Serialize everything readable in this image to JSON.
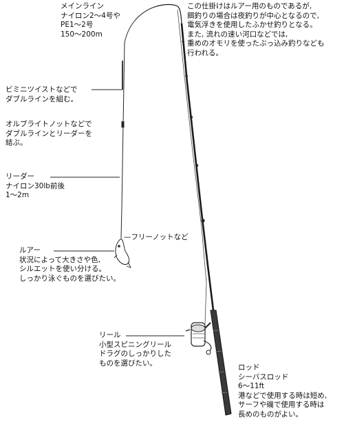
{
  "diagram": {
    "labels": {
      "main_line": [
        "メインライン",
        "ナイロン2〜4号や",
        "PE1〜2号",
        "150〜200m"
      ],
      "description": [
        "この仕掛けはルアー用のものであるが,",
        "餌釣りの場合は夜釣りが中心となるので,",
        "電気浮きを使用したふかせ釣りとなる。",
        "また, 流れの速い河口などでは,",
        "重めのオモリを使ったぶっ込み釣りなども",
        "行われる。"
      ],
      "bimini": [
        "ビミニツイストなどで",
        "ダブルラインを組む。"
      ],
      "albright": [
        "オルブライトノットなどで",
        "ダブルラインとリーダーを",
        "結ぶ。"
      ],
      "leader": [
        "リーダー",
        "ナイロン30lb前後",
        "1〜2m"
      ],
      "free_knot": [
        "フリーノットなど"
      ],
      "lure": [
        "ルアー",
        "状況によって大きさや色,",
        "シルエットを使い分ける。",
        "しっかり泳ぐものを選びたい。"
      ],
      "reel": [
        "リール",
        "小型スピニングリール",
        "ドラグのしっかりした",
        "ものを選びたい。"
      ],
      "rod": [
        "ロッド",
        "シーバスロッド",
        "6〜11ft",
        "港などで使用する時は短め,",
        "サーフや磯で使用する時は",
        "長めのものがよい。"
      ]
    },
    "colors": {
      "line": "#222222",
      "rod": "#1a1a1a",
      "grip": "#3a3a3a"
    }
  }
}
